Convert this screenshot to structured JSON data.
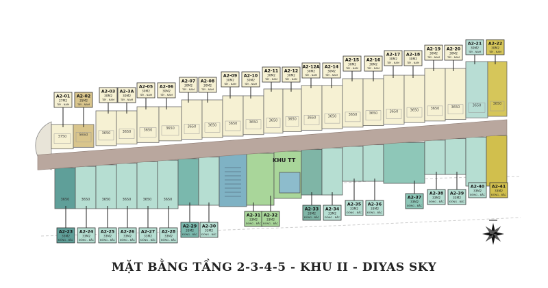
{
  "title": "MẶT BẰNG TẦNG 2-3-4-5 - KHU II - DIYAS SKY",
  "center_label": "KHU TT",
  "orientation_top": "TÂY - NAM",
  "orientation_bottom": "ĐÔNG - BẮC",
  "dimensions": [
    "3750",
    "5650",
    "3650",
    "3650",
    "3650",
    "3650",
    "3650",
    "3650",
    "3650",
    "3650",
    "3650",
    "3650",
    "3650",
    "3650",
    "3650",
    "3650",
    "3650",
    "3650",
    "3650",
    "3650",
    "3650",
    "3650",
    "3650",
    "3650",
    "3650",
    "3650",
    "3650",
    "3650"
  ],
  "units_top": [
    {
      "name": "A2-01",
      "area": "27M2",
      "color": "#f6f1d3"
    },
    {
      "name": "A2-02",
      "area": "35M2",
      "color": "#d9c58c"
    },
    {
      "name": "A2-03",
      "area": "30M2",
      "color": "#f6f1d3"
    },
    {
      "name": "A2-3A",
      "area": "30M2",
      "color": "#f6f1d3"
    },
    {
      "name": "A2-05",
      "area": "30M2",
      "color": "#f6f1d3"
    },
    {
      "name": "A2-06",
      "area": "30M2",
      "color": "#f6f1d3"
    },
    {
      "name": "A2-07",
      "area": "30M2",
      "color": "#f6f1d3"
    },
    {
      "name": "A2-08",
      "area": "30M2",
      "color": "#f6f1d3"
    },
    {
      "name": "A2-09",
      "area": "30M2",
      "color": "#f6f1d3"
    },
    {
      "name": "A2-10",
      "area": "30M2",
      "color": "#f6f1d3"
    },
    {
      "name": "A2-11",
      "area": "30M2",
      "color": "#f6f1d3"
    },
    {
      "name": "A2-12",
      "area": "30M2",
      "color": "#f6f1d3"
    },
    {
      "name": "A2-12A",
      "area": "30M2",
      "color": "#f6f1d3"
    },
    {
      "name": "A2-14",
      "area": "30M2",
      "color": "#f6f1d3"
    },
    {
      "name": "A2-15",
      "area": "30M2",
      "color": "#f6f1d3"
    },
    {
      "name": "A2-16",
      "area": "30M2",
      "color": "#f6f1d3"
    },
    {
      "name": "A2-17",
      "area": "30M2",
      "color": "#f6f1d3"
    },
    {
      "name": "A2-18",
      "area": "30M2",
      "color": "#f6f1d3"
    },
    {
      "name": "A2-19",
      "area": "30M2",
      "color": "#f6f1d3"
    },
    {
      "name": "A2-20",
      "area": "30M2",
      "color": "#f6f1d3"
    },
    {
      "name": "A2-21",
      "area": "30M2",
      "color": "#b8ddd4"
    },
    {
      "name": "A2-22",
      "area": "30M2",
      "color": "#d6c65a"
    }
  ],
  "units_bottom": [
    {
      "name": "A2-23",
      "area": "33M2",
      "color": "#5f9f99"
    },
    {
      "name": "A2-24",
      "area": "33M2",
      "color": "#b6ded2"
    },
    {
      "name": "A2-25",
      "area": "33M2",
      "color": "#b6ded2"
    },
    {
      "name": "A2-26",
      "area": "33M2",
      "color": "#b6ded2"
    },
    {
      "name": "A2-27",
      "area": "33M2",
      "color": "#b6ded2"
    },
    {
      "name": "A2-28",
      "area": "33M2",
      "color": "#b6ded2"
    },
    {
      "name": "A2-29",
      "area": "33M2",
      "color": "#7ab8ad"
    },
    {
      "name": "A2-30",
      "area": "33M2",
      "color": "#b6ded2"
    },
    {
      "name": "A2-31",
      "area": "33M2",
      "color": "#a9d69a"
    },
    {
      "name": "A2-32",
      "area": "33M2",
      "color": "#a9d69a"
    },
    {
      "name": "A2-33",
      "area": "33M2",
      "color": "#7fb5a6"
    },
    {
      "name": "A2-34",
      "area": "33M2",
      "color": "#b6ded2"
    },
    {
      "name": "A2-35",
      "area": "33M2",
      "color": "#b6ded2"
    },
    {
      "name": "A2-36",
      "area": "33M2",
      "color": "#b6ded2"
    },
    {
      "name": "A2-37",
      "area": "33M2",
      "color": "#8ec7b8"
    },
    {
      "name": "A2-38",
      "area": "33M2",
      "color": "#b6ded2"
    },
    {
      "name": "A2-39",
      "area": "33M2",
      "color": "#b6ded2"
    },
    {
      "name": "A2-40",
      "area": "33M2",
      "color": "#b6ded2"
    },
    {
      "name": "A2-41",
      "area": "33M2",
      "color": "#d1bf4d"
    }
  ]
}
